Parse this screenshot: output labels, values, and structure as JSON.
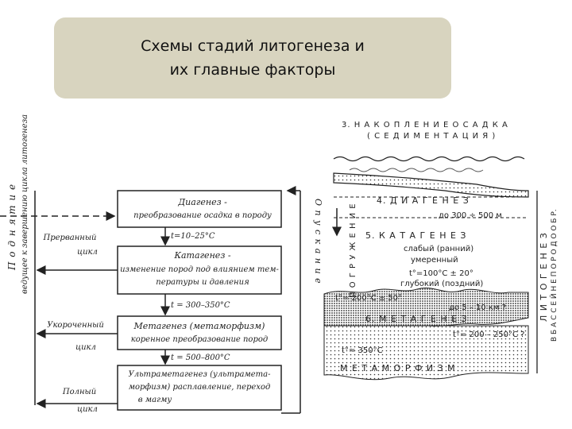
{
  "title": {
    "line1": "Схемы стадий литогенеза и",
    "line2": "их главные факторы"
  },
  "left": {
    "vertical_label_1": "П о д н я т и е",
    "vertical_label_2": "ведущее к завершению цикла литогенеза",
    "right_vertical": "О п у с к а н и е",
    "boxes": [
      {
        "line1": "Диагенез -",
        "line2": "преобразование осадка  в породу"
      },
      {
        "line1": "Катагенез -",
        "line2": "изменение пород под влиянием тем-",
        "line3": "пературы и давления"
      },
      {
        "line1": "Метагенез (метаморфизм)",
        "line2": "коренное преобразование пород"
      },
      {
        "line1": "Ультраметагенез (ультраметa-",
        "line2": "морфизм) расплавление, переход",
        "line3": "в магму"
      }
    ],
    "temps": [
      "t=10–25°C",
      "t = 300–350°C",
      "t = 500–800°C"
    ],
    "cycles": [
      {
        "line1": "Прерванный",
        "line2": "цикл"
      },
      {
        "line1": "Укороченный",
        "line2": "цикл"
      },
      {
        "line1": "Полный",
        "line2": "цикл"
      }
    ]
  },
  "right": {
    "stage3_line1": "3. Н А К О П Л Е Н И Е   О С А Д К А",
    "stage3_line2": "( С Е Д И М Е Н Т А Ц И Я )",
    "stage4": "4. Д И А Г Е Н Е З",
    "depth1": "до 300 ÷ 500 м",
    "stage5": "5. К А Т А Г Е Н Е З",
    "sub1": "слабый (ранний)",
    "sub2": "умеренный",
    "temp_kat": "t°=100°C ± 20°",
    "sub3": "глубокий (поздний)",
    "temp_kat2": "t°= 200°C ± 50°",
    "depth2": "до 5 – 10 км ?",
    "stage6": "6.  М Е Т А Г Е Н Е З",
    "temp_met": "t°= 200 – 250°C ?",
    "temp_met2": "t°≈ 350°C",
    "metamorphism": "М Е Т А М О Р Ф И З М",
    "vertical_down": "П О Г Р У Ж Е Н И Е",
    "vertical_right1": "Л И Т О Г Е Н Е З",
    "vertical_right2": "В  Б А С С Е Й Н Е  П О Р О Д О О Б Р."
  }
}
